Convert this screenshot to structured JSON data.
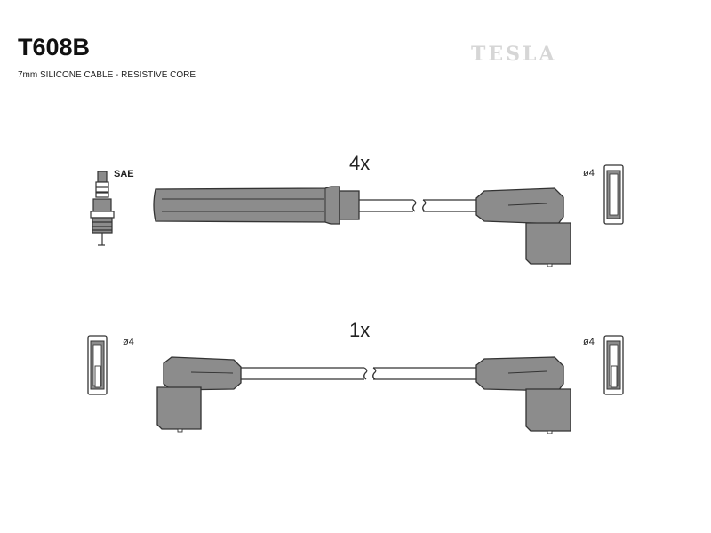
{
  "header": {
    "part_number": "T608B",
    "description": "7mm SILICONE CABLE - RESISTIVE CORE",
    "brand": "TESLA"
  },
  "sets": [
    {
      "quantity": "4x",
      "left_end_label": "SAE",
      "right_end_label": "ø4"
    },
    {
      "quantity": "1x",
      "left_end_label": "ø4",
      "right_end_label": "ø4"
    }
  ],
  "colors": {
    "part_fill": "#8c8c8c",
    "outline": "#333333",
    "brand": "#d6d6d6"
  }
}
